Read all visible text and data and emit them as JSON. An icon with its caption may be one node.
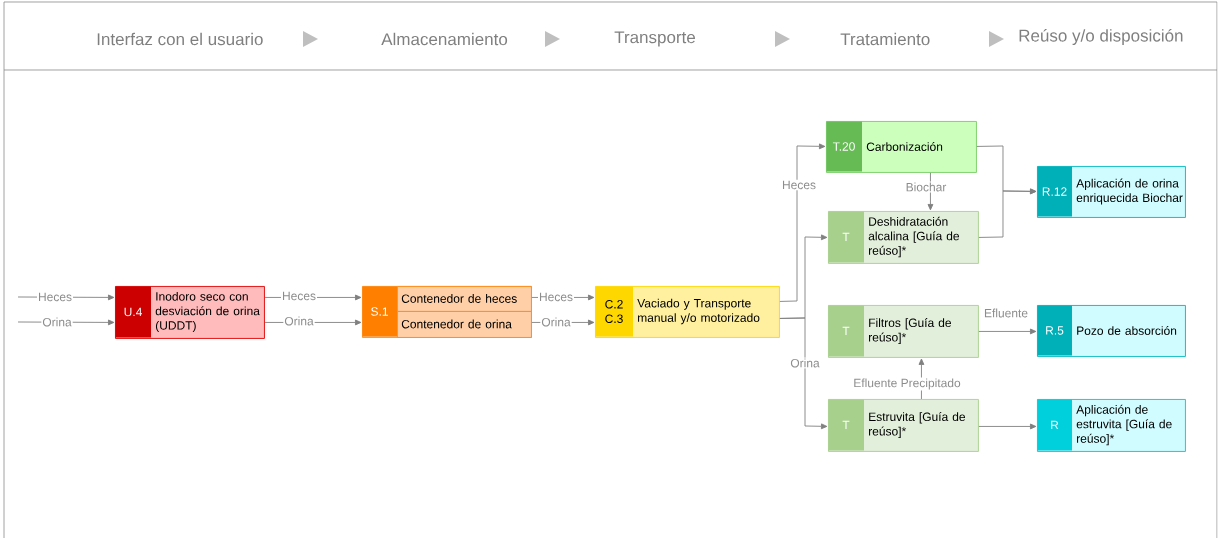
{
  "diagram": {
    "nodes": [
      {
        "text": [
          "U.4",
          "Inodoro seco con desviación de orina (UDDT)"
        ]
      },
      {
        "text": [
          "S.1"
        ]
      },
      {
        "text": [
          "Contenedor de heces"
        ],
        "in": 1
      },
      {
        "text": [
          "Contenedor de orina"
        ],
        "in": 1
      },
      {
        "text": [
          "C.2 C.3",
          "Vaciado y Transporte manual y/o motorizado"
        ]
      },
      {
        "text": [
          "T.20",
          "Carbonización"
        ]
      },
      {
        "text": [
          "T",
          "Deshidratación alcalina [Guía de reúso]*"
        ]
      },
      {
        "text": [
          "R.12",
          "Aplicación de orina enriquecida Biochar"
        ]
      },
      {
        "text": [
          "T",
          "Filtros [Guía de reúso]*"
        ]
      },
      {
        "text": [
          "R.5",
          "Pozo de absorción"
        ]
      },
      {
        "text": [
          "T",
          "Estruvita [Guía de reúso]*"
        ]
      },
      {
        "text": [
          "R",
          "Aplicación de estruvita [Guía de reúso]*"
        ]
      }
    ],
    "edges": [
      {
        "from": null,
        "to": 0,
        "arrow": "to",
        "label": "Heces"
      },
      {
        "from": null,
        "to": 0,
        "arrow": "to",
        "label": "Orina"
      },
      {
        "from": 0,
        "to": 1,
        "arrow": "to",
        "label": "Heces"
      },
      {
        "from": 0,
        "to": 1,
        "arrow": "to",
        "label": "Orina"
      },
      {
        "from": 2,
        "to": 4,
        "arrow": "to",
        "label": "Heces"
      },
      {
        "from": 3,
        "to": 4,
        "arrow": "to",
        "label": "Orina"
      },
      {
        "from": 4,
        "to": 5,
        "arrow": "to",
        "label": "Heces"
      },
      {
        "from": 4,
        "to": 6,
        "arrow": "to"
      },
      {
        "from": 4,
        "to": 10,
        "arrow": "to",
        "label": "Orina"
      },
      {
        "from": 5,
        "to": 6,
        "arrow": "to",
        "label": "Biochar"
      },
      {
        "from": 5,
        "to": 7,
        "arrow": "to"
      },
      {
        "from": 6,
        "to": 7,
        "arrow": "to"
      },
      {
        "from": 8,
        "to": 9,
        "arrow": "to",
        "label": "Efluente"
      },
      {
        "from": 10,
        "to": 8,
        "arrow": "to",
        "label": "Efluente Precipitado"
      },
      {
        "from": 10,
        "to": 11,
        "arrow": "to"
      }
    ],
    "labels": [
      "Interfaz con el usuario",
      "Almacenamiento",
      "Transporte",
      "Tratamiento",
      "Reúso y/o disposición"
    ]
  }
}
